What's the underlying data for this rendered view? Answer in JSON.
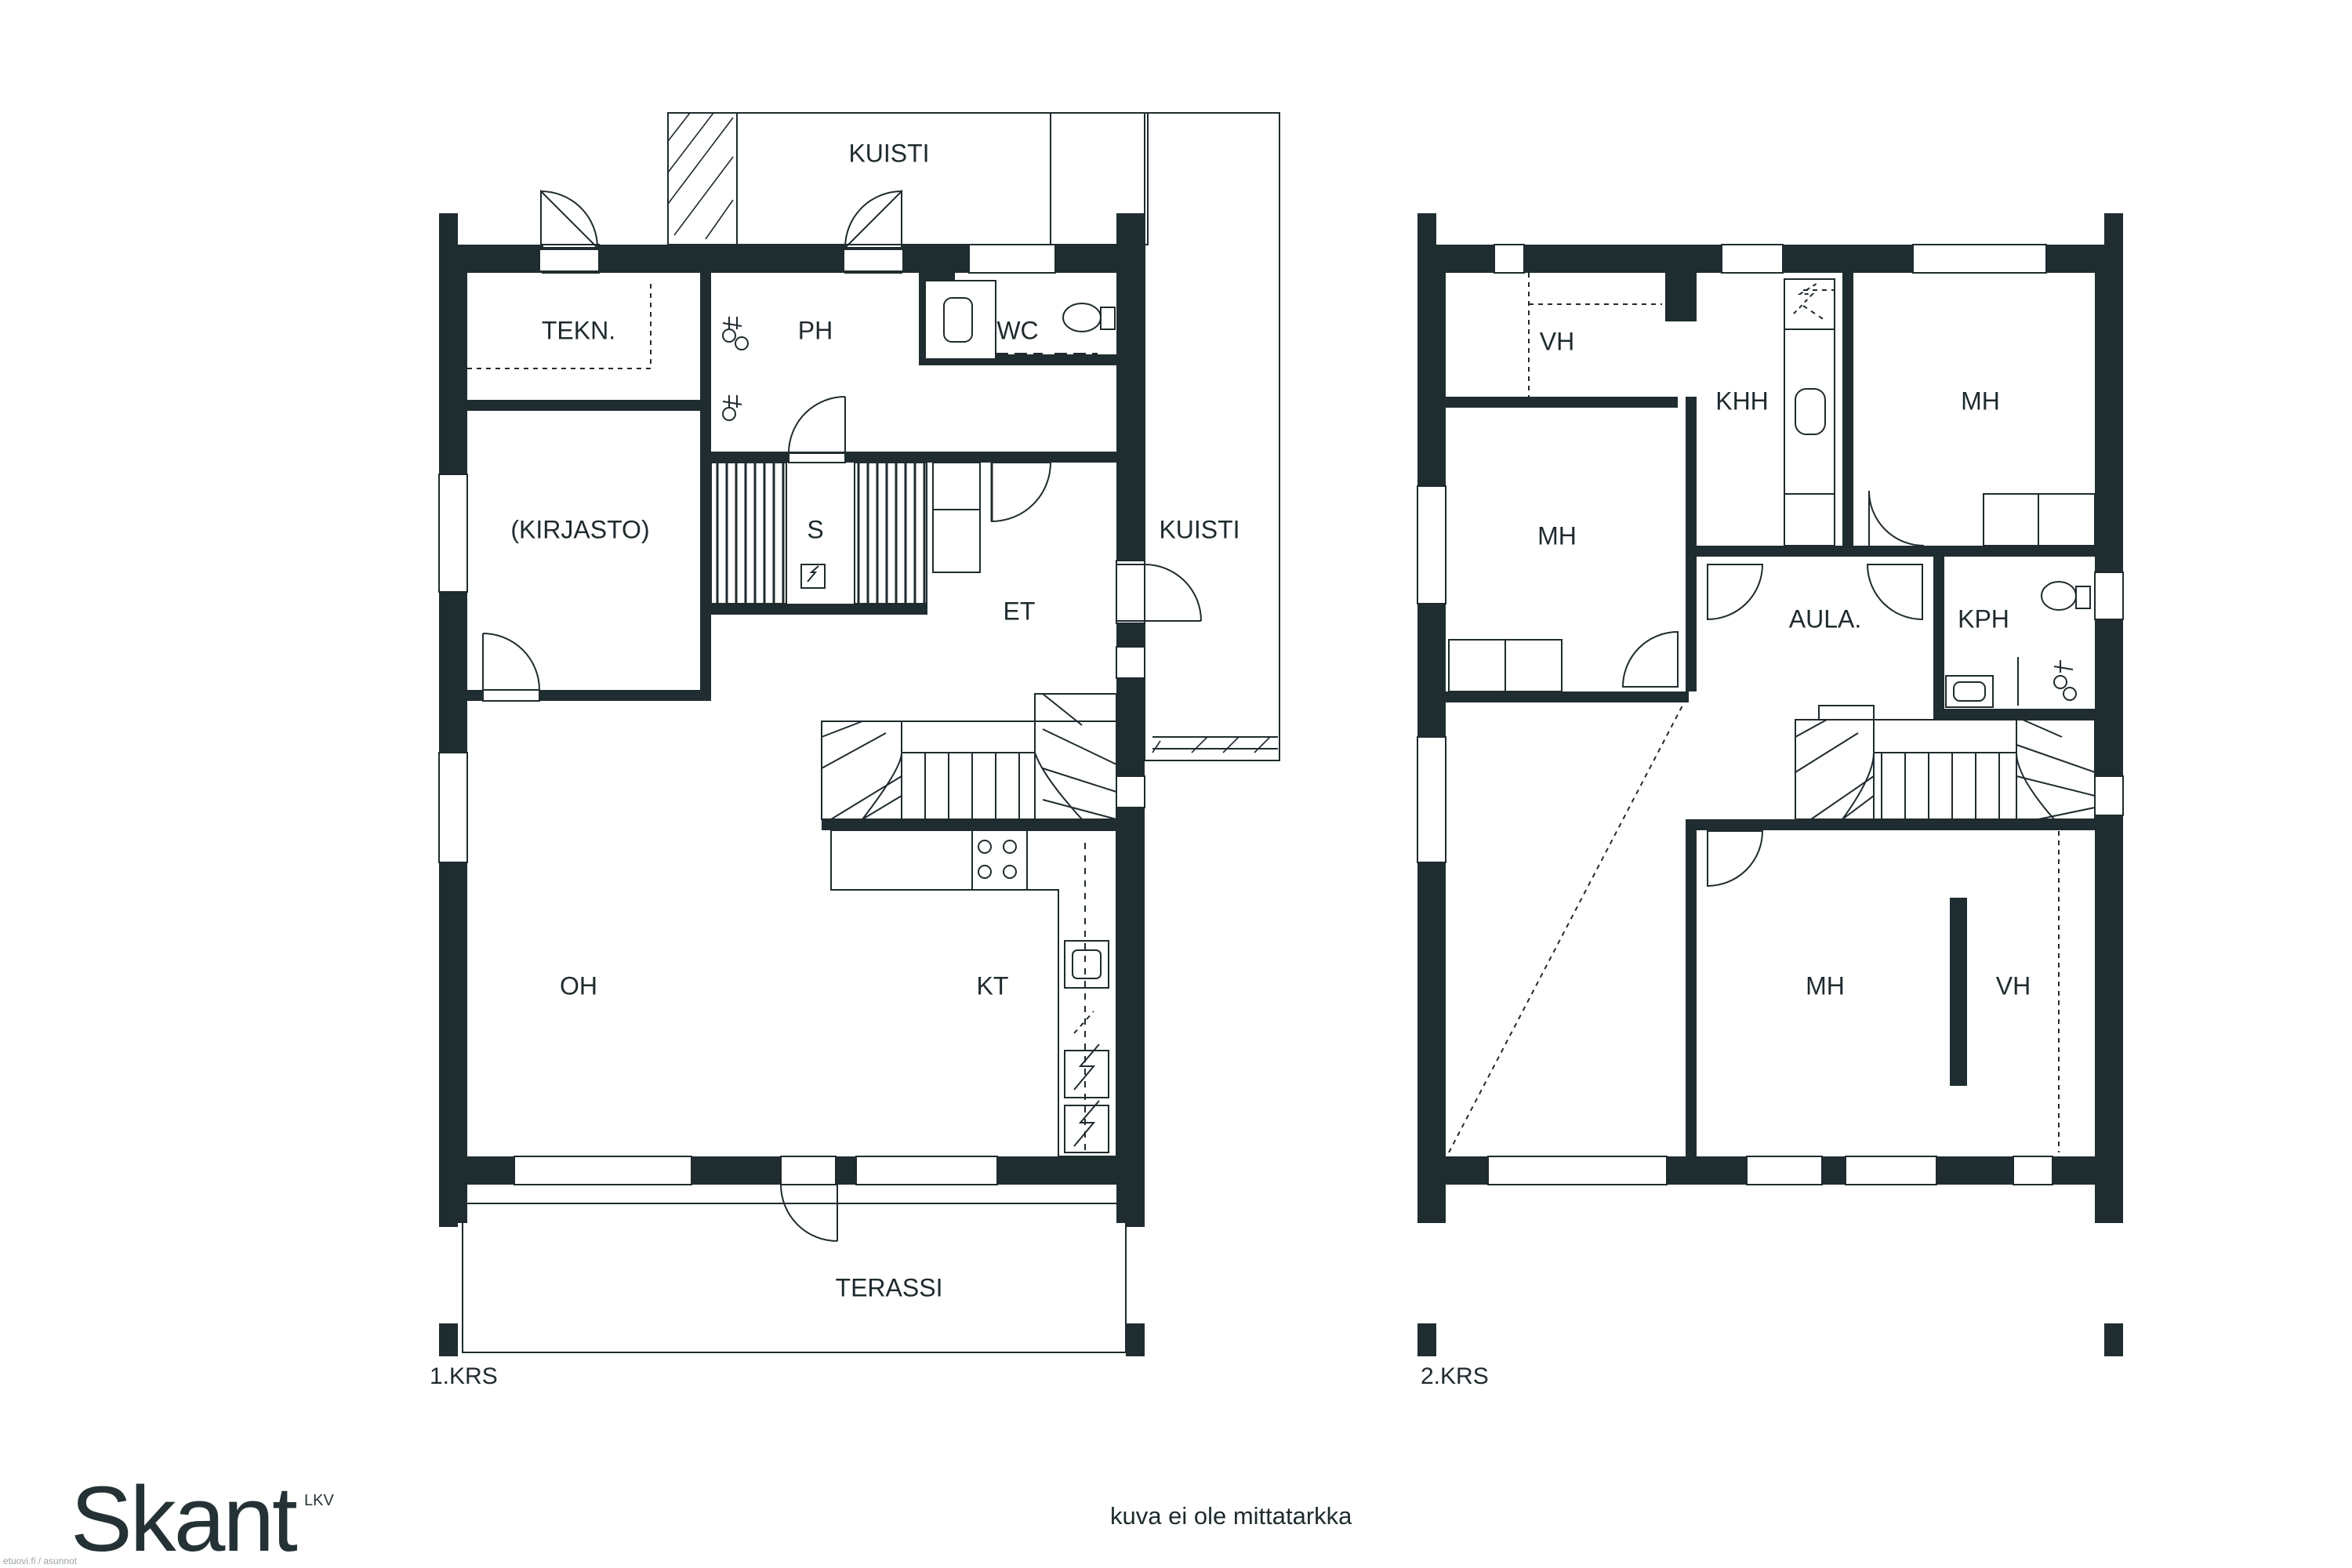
{
  "floor1": {
    "label": "1.KRS",
    "rooms": {
      "kuisti_top": "KUISTI",
      "tekn": "TEKN.",
      "ph": "PH",
      "wc": "WC",
      "kirjasto": "(KIRJASTO)",
      "sauna": "S",
      "kuisti_side": "KUISTI",
      "et": "ET",
      "oh": "OH",
      "kt": "KT",
      "terassi": "TERASSI"
    }
  },
  "floor2": {
    "label": "2.KRS",
    "rooms": {
      "vh_top": "VH",
      "khh": "KHH",
      "mh_topright": "MH",
      "mh_left": "MH",
      "aula": "AULA.",
      "kph": "KPH",
      "mh_bottom": "MH",
      "vh_bottom": "VH"
    }
  },
  "footer": {
    "brand": "Skant",
    "brand_suffix": "LKV",
    "note": "kuva ei ole mittatarkka",
    "credit": "etuovi.fi / asunnot"
  },
  "colors": {
    "wall": "#1f2d30",
    "line": "#1f2b2e",
    "background": "#ffffff"
  }
}
